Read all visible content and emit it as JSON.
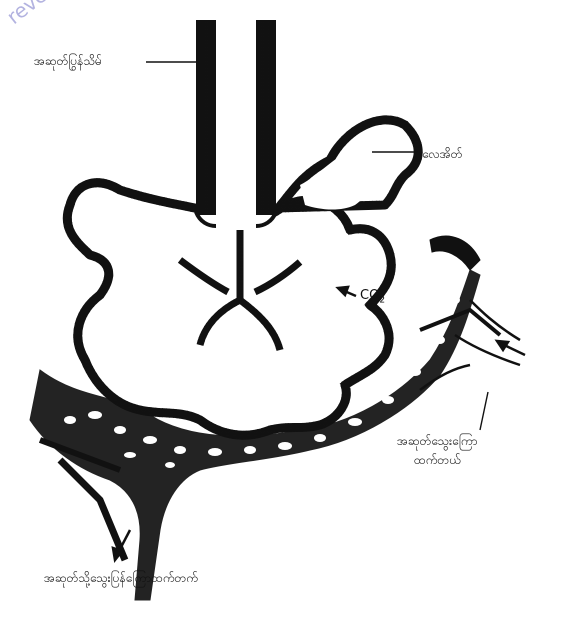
{
  "watermark": "reversp",
  "labels": {
    "trachea": "အဆုတ်ပြွန်သိမ်",
    "alveolus": "လေအိတ်",
    "co2": "CO",
    "co2_sub": "2",
    "pulmonary_artery_line1": "အဆုတ်သွေးကြော",
    "pulmonary_artery_line2": "ထက်တယ်",
    "pulmonary_vein": "အဆုတ်သို့သွေးပြန်ကြောထက်တက်"
  },
  "colors": {
    "ink": "#111111",
    "paper": "#ffffff",
    "watermark": "#9a9ad6"
  }
}
